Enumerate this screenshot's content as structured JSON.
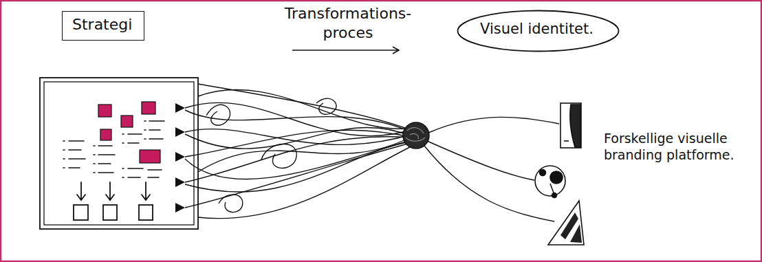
{
  "diagram": {
    "nodes": [
      {
        "text": [
          "Strategi"
        ]
      },
      {
        "text": [
          "Visuel identitet."
        ]
      }
    ],
    "labels": [
      "Transformations- proces",
      "Forskellige visuelle branding platforme."
    ]
  }
}
